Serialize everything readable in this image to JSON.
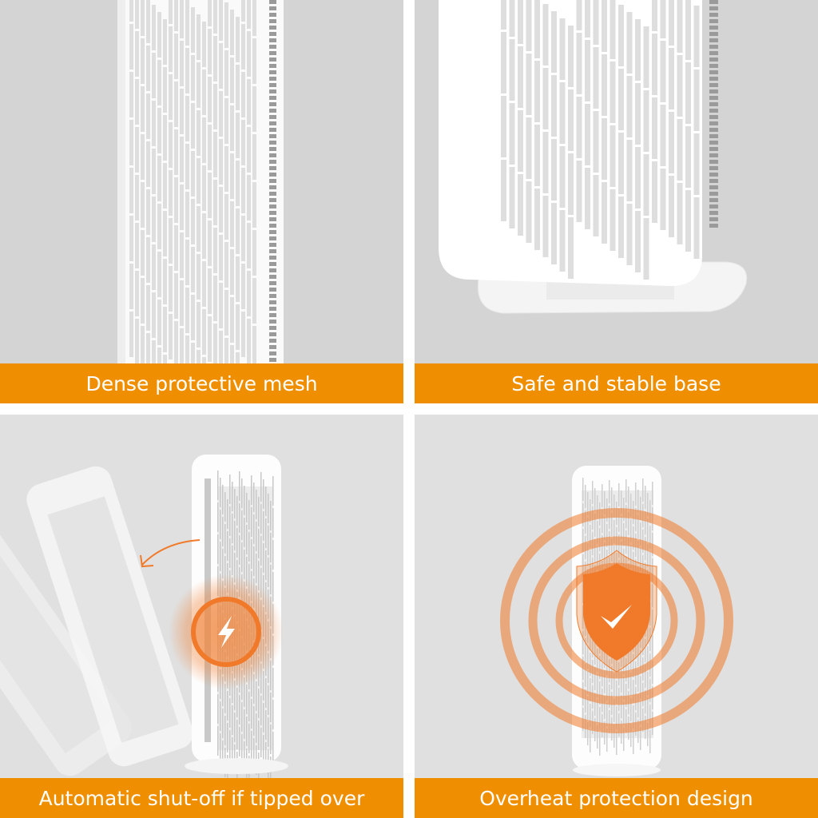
{
  "panels": [
    {
      "id": "mesh",
      "caption": "Dense protective mesh",
      "icon": "mesh-grille"
    },
    {
      "id": "base",
      "caption": "Safe and stable base",
      "icon": "heater-base"
    },
    {
      "id": "tip",
      "caption": "Automatic shut-off if tipped over",
      "icon": "lightning-bolt-icon"
    },
    {
      "id": "overheat",
      "caption": "Overheat protection design",
      "icon": "shield-check-icon"
    }
  ],
  "colors": {
    "accent": "#ef8f00",
    "glow": "#f07a2a",
    "panel_bg_top": "#d4d4d4",
    "panel_bg_bottom": "#e0e0e0"
  }
}
